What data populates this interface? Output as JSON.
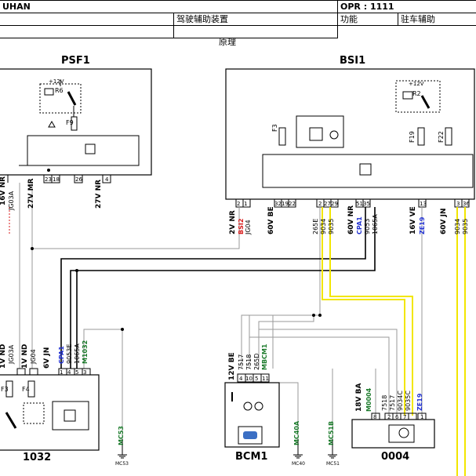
{
  "header": {
    "row1_left": "UHAN",
    "row1_right": "OPR : 1111",
    "row2_mid": "驾驶辅助装置",
    "row2_func": "功能",
    "row2_func_value": "驻车辅助",
    "subtitle": "原理"
  },
  "components": {
    "psf1": "PSF1",
    "bsi1": "BSI1",
    "c1032": "1032",
    "bcm1": "BCM1",
    "c0004": "0004"
  },
  "relays": {
    "psf_r": "R6",
    "psf_v": "+12V",
    "bsi_r": "R2",
    "bsi_v": "+12V"
  },
  "fuses": {
    "psf_f9": "F9",
    "bsi_f3": "F3",
    "bsi_f19": "F19",
    "bsi_f22": "F22",
    "c1032_f3": "F3",
    "c1032_f4": "F4"
  },
  "psf_pins": [
    "23",
    "18",
    "26",
    "4"
  ],
  "psf_connectors": [
    "16V NR",
    "27V MR",
    "27V NR"
  ],
  "psf_signals": [
    "JG03A"
  ],
  "bsi_pins_left": [
    "2",
    "1"
  ],
  "bsi_pins_mid1": [
    "32",
    "19",
    "22"
  ],
  "bsi_pins_mid2": [
    "2",
    "27",
    "29"
  ],
  "bsi_pins_mid3": [
    "51",
    "35"
  ],
  "bsi_pins_right": [
    "13",
    "3",
    "36"
  ],
  "bsi_connectors": [
    "2V NR",
    "60V BE",
    "60V NR",
    "16V VE",
    "60V JN"
  ],
  "bsi_signals": {
    "bsi2": "BSI2",
    "jg04": "JG04",
    "s265e": "265E",
    "s9034": "9034",
    "s9035": "9035",
    "cpa1": "CPA1",
    "s9053": "9053",
    "s1065a": "1065A",
    "ze19": "ZE19",
    "r9034": "9034",
    "r9035": "9035"
  },
  "c1032_connectors": [
    "1V ND",
    "1V ND",
    "6V JN"
  ],
  "c1032_signals": [
    "JG03A",
    "JG04",
    "CPA1",
    "9053E",
    "1065A",
    "M1032"
  ],
  "c1032_pins": [
    "1",
    "4",
    "5",
    "3"
  ],
  "bcm_connector": "12V BE",
  "bcm_signals": [
    "7517",
    "7518",
    "265D",
    "MBCM1"
  ],
  "bcm_pins": [
    "4",
    "10",
    "5",
    "11"
  ],
  "c0004_connector": "18V BA",
  "c0004_signals": [
    "M0004",
    "7518",
    "7517",
    "9034C",
    "9035C",
    "ZE19"
  ],
  "c0004_pins": [
    "8",
    "2",
    "6",
    "7",
    "1"
  ],
  "grounds": {
    "mc53_label": "MC53",
    "mc53_sym": "MC53",
    "mc40a_label": "MC40A",
    "mc40_sym": "MC40",
    "mc51b_label": "MC51B",
    "mc51_sym": "MC51"
  },
  "colors": {
    "wire_gray": "#9a9a9a",
    "wire_yellow": "#f2e600",
    "wire_black": "#000000",
    "wire_blue_label": "#1f2fd0",
    "wire_red_label": "#d81a1a",
    "wire_green_label": "#1a7a2a"
  }
}
